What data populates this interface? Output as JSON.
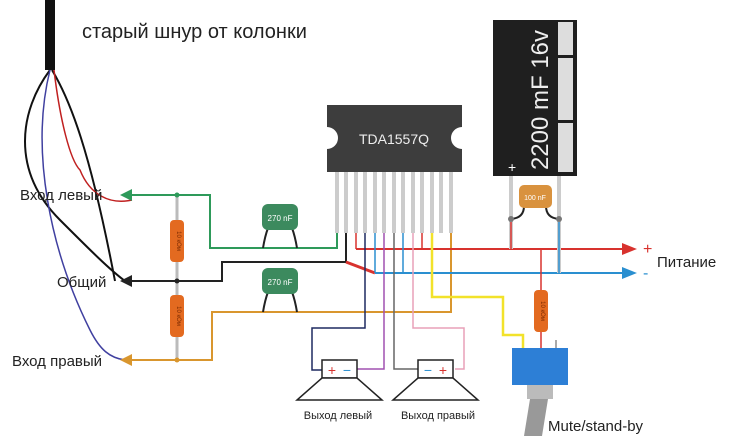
{
  "title": "старый шнур от колонки",
  "labels": {
    "input_left": "Вход левый",
    "common": "Общий",
    "input_right": "Вход правый",
    "power": "Питание",
    "power_plus": "+",
    "power_minus": "-",
    "output_left": "Выход левый",
    "output_right": "Выход правый",
    "mute": "Mute/stand-by"
  },
  "components": {
    "ic": "TDA1557Q",
    "big_cap": "2200 mF 16v",
    "big_cap_plus": "+",
    "cap_left": "270 nF",
    "cap_right": "270 nF",
    "cap_small": "100 nF",
    "resistor_1": "10 кОм",
    "resistor_2": "10 кОм",
    "resistor_3": "10 кОм",
    "speaker_left_polarity": [
      "+",
      "−"
    ],
    "speaker_right_polarity": [
      "−",
      "+"
    ]
  },
  "colors": {
    "plus_rail": "#d8322e",
    "minus_rail": "#2a8fd0",
    "left_signal": "#2e9a5a",
    "right_signal": "#d9962e",
    "common": "#222222",
    "mute_wire": "#f2e22a",
    "capacitor_green": "#3c8a5e",
    "resistor": "#e36a20",
    "switch": "#2d7fd6"
  }
}
